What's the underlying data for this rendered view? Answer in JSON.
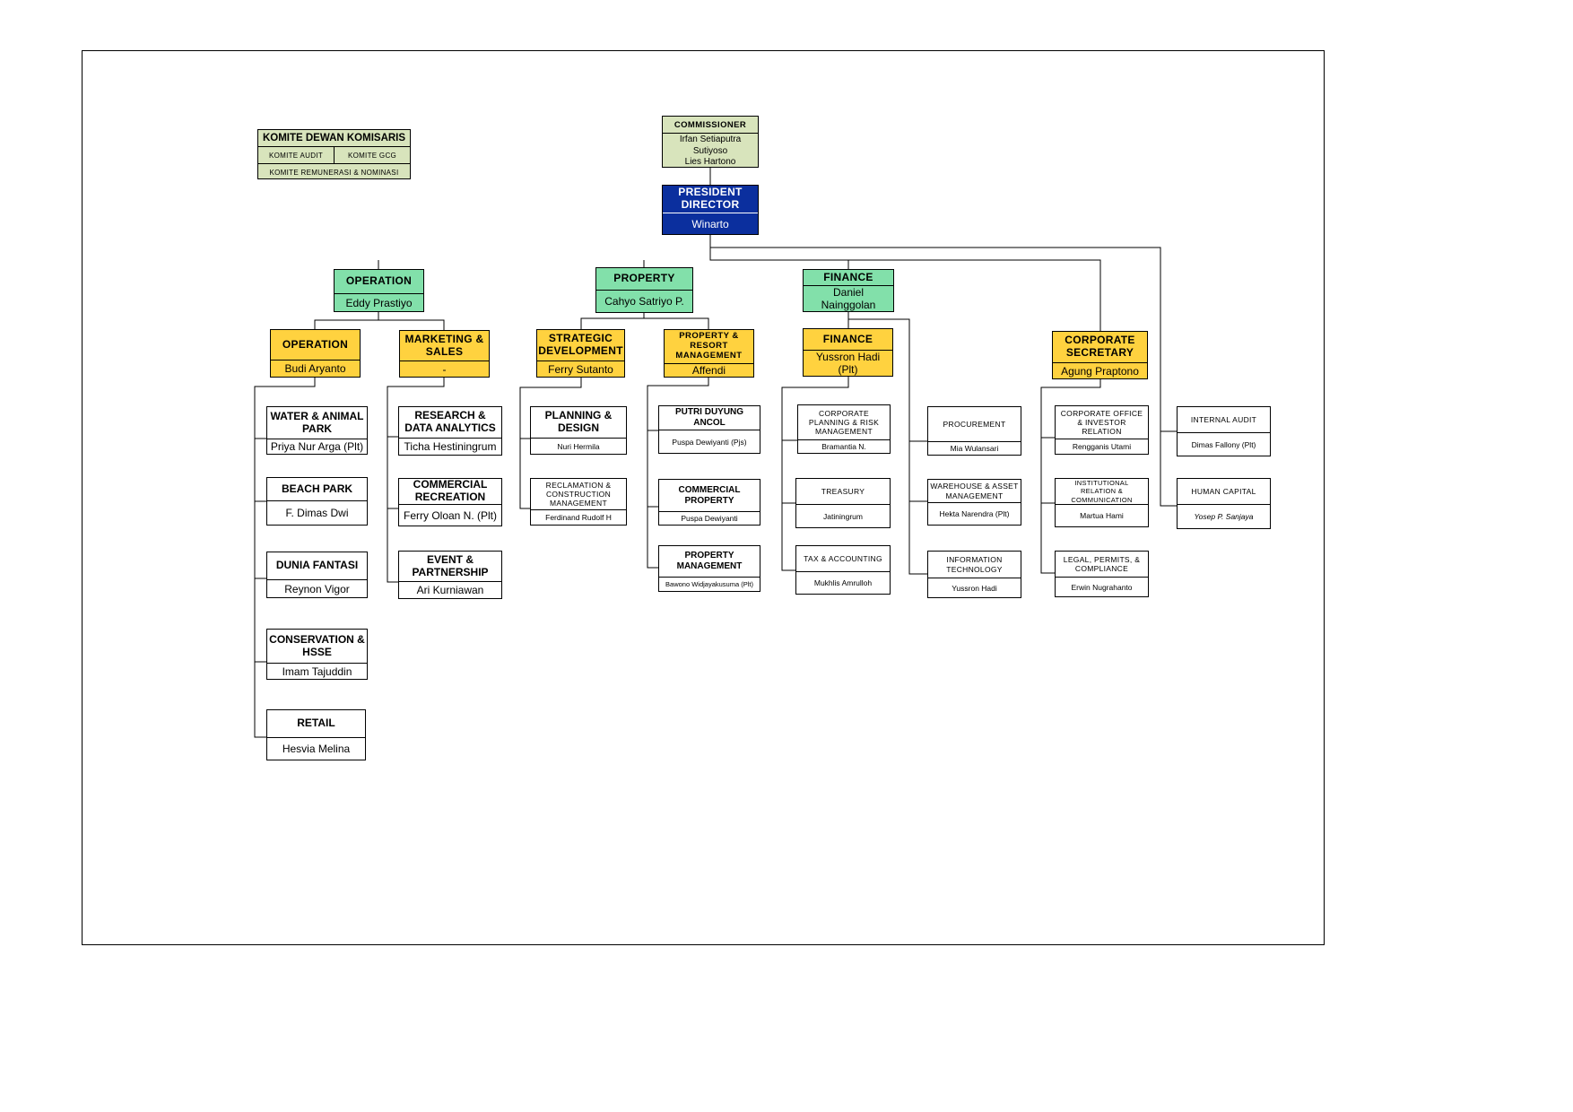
{
  "komite": {
    "title": "KOMITE DEWAN KOMISARIS",
    "items": [
      "KOMITE AUDIT",
      "KOMITE GCG",
      "KOMITE REMUNERASI & NOMINASI"
    ]
  },
  "commissioner": {
    "title": "COMMISSIONER",
    "members": [
      "Irfan Setiaputra",
      "Sutiyoso",
      "Lies Hartono"
    ]
  },
  "president": {
    "title": "PRESIDENT DIRECTOR",
    "name": "Winarto"
  },
  "directors": {
    "operation": {
      "title": "OPERATION",
      "name": "Eddy Prastiyo"
    },
    "property": {
      "title": "PROPERTY",
      "name": "Cahyo Satriyo P."
    },
    "finance": {
      "title": "FINANCE",
      "name": "Daniel Nainggolan"
    }
  },
  "divisions": {
    "operation": {
      "title": "OPERATION",
      "name": "Budi Aryanto"
    },
    "marketing": {
      "title": "MARKETING & SALES",
      "name": "-"
    },
    "strategic": {
      "title": "STRATEGIC DEVELOPMENT",
      "name": "Ferry Sutanto"
    },
    "property_resort": {
      "title": "PROPERTY & RESORT MANAGEMENT",
      "name": "Affendi"
    },
    "finance": {
      "title": "FINANCE",
      "name": "Yussron Hadi (Plt)"
    },
    "corsec": {
      "title": "CORPORATE SECRETARY",
      "name": "Agung Praptono"
    }
  },
  "units": {
    "operation": [
      {
        "title": "WATER & ANIMAL PARK",
        "name": "Priya Nur Arga (Plt)"
      },
      {
        "title": "BEACH PARK",
        "name": "F. Dimas Dwi"
      },
      {
        "title": "DUNIA FANTASI",
        "name": "Reynon Vigor"
      },
      {
        "title": "CONSERVATION & HSSE",
        "name": "Imam Tajuddin"
      },
      {
        "title": "RETAIL",
        "name": "Hesvia Melina"
      }
    ],
    "marketing": [
      {
        "title": "RESEARCH & DATA ANALYTICS",
        "name": "Ticha Hestiningrum"
      },
      {
        "title": "COMMERCIAL RECREATION",
        "name": "Ferry Oloan N. (Plt)"
      },
      {
        "title": "EVENT & PARTNERSHIP",
        "name": "Ari Kurniawan"
      }
    ],
    "strategic": [
      {
        "title": "PLANNING & DESIGN",
        "name": "Nuri Hermila"
      },
      {
        "title": "RECLAMATION & CONSTRUCTION MANAGEMENT",
        "name": "Ferdinand Rudolf H"
      }
    ],
    "property_resort": [
      {
        "title": "PUTRI DUYUNG ANCOL",
        "name": "Puspa Dewiyanti (Pjs)"
      },
      {
        "title": "COMMERCIAL PROPERTY",
        "name": "Puspa Dewiyanti"
      },
      {
        "title": "PROPERTY MANAGEMENT",
        "name": "Bawono Widjayakusuma (Plt)"
      }
    ],
    "finance_div": [
      {
        "title": "CORPORATE PLANNING & RISK MANAGEMENT",
        "name": "Bramantia N."
      },
      {
        "title": "TREASURY",
        "name": "Jatiningrum"
      },
      {
        "title": "TAX & ACCOUNTING",
        "name": "Mukhlis Amrulloh"
      }
    ],
    "finance_dir": [
      {
        "title": "PROCUREMENT",
        "name": "Mia Wulansari"
      },
      {
        "title": "WAREHOUSE & ASSET MANAGEMENT",
        "name": "Hekta Narendra (Plt)"
      },
      {
        "title": "INFORMATION TECHNOLOGY",
        "name": "Yussron Hadi"
      }
    ],
    "corsec": [
      {
        "title": "CORPORATE OFFICE & INVESTOR RELATION",
        "name": "Rengganis Utami"
      },
      {
        "title": "INSTITUTIONAL RELATION & COMMUNICATION",
        "name": "Martua Hami"
      },
      {
        "title": "LEGAL, PERMITS, & COMPLIANCE",
        "name": "Erwin Nugrahanto"
      }
    ],
    "president": [
      {
        "title": "INTERNAL AUDIT",
        "name": "Dimas Fallony (Plt)"
      },
      {
        "title": "HUMAN CAPITAL",
        "name": "Yosep P. Sanjaya"
      }
    ]
  },
  "colors": {
    "director": "#82e0aa",
    "division": "#ffd23f",
    "president": "#0b2f9e",
    "board": "#d8e4bc"
  }
}
